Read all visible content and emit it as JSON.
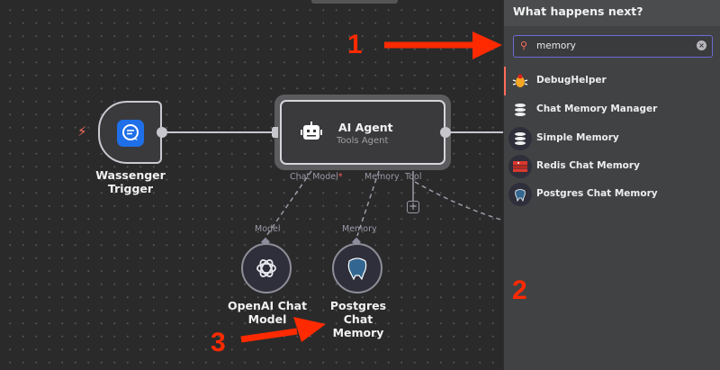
{
  "canvas": {
    "trigger_node": {
      "label": "Wassenger Trigger",
      "icon": "chat-bubble-icon",
      "badge_icon": "lightning-bolt-icon"
    },
    "agent_node": {
      "title": "AI Agent",
      "subtitle": "Tools Agent",
      "icon": "robot-icon",
      "ports": {
        "chat_model": "Chat Model",
        "required_marker": "*",
        "memory": "Memory",
        "tool": "Tool"
      },
      "add_tool_label": "+"
    },
    "sub_nodes": [
      {
        "label": "OpenAI Chat Model",
        "port_label": "Model",
        "icon": "openai-icon"
      },
      {
        "label_line1": "Postgres Chat",
        "label_line2": "Memory",
        "port_label": "Memory",
        "icon": "postgres-elephant-icon"
      }
    ]
  },
  "panel": {
    "title": "What happens next?",
    "search": {
      "value": "memory",
      "icon": "search-icon",
      "clear_icon": "clear-icon"
    },
    "items": [
      {
        "label": "DebugHelper",
        "icon": "bug-icon"
      },
      {
        "label": "Chat Memory Manager",
        "icon": "database-icon"
      },
      {
        "label": "Simple Memory",
        "icon": "database-icon"
      },
      {
        "label": "Redis Chat Memory",
        "icon": "redis-icon"
      },
      {
        "label": "Postgres Chat Memory",
        "icon": "postgres-elephant-icon"
      }
    ]
  },
  "annotations": {
    "one": "1",
    "two": "2",
    "three": "3"
  },
  "colors": {
    "accent": "#ff6d5a",
    "annotation": "#ff2a00",
    "search_border": "#6e6bd6",
    "trigger_icon": "#1f6fe8"
  }
}
